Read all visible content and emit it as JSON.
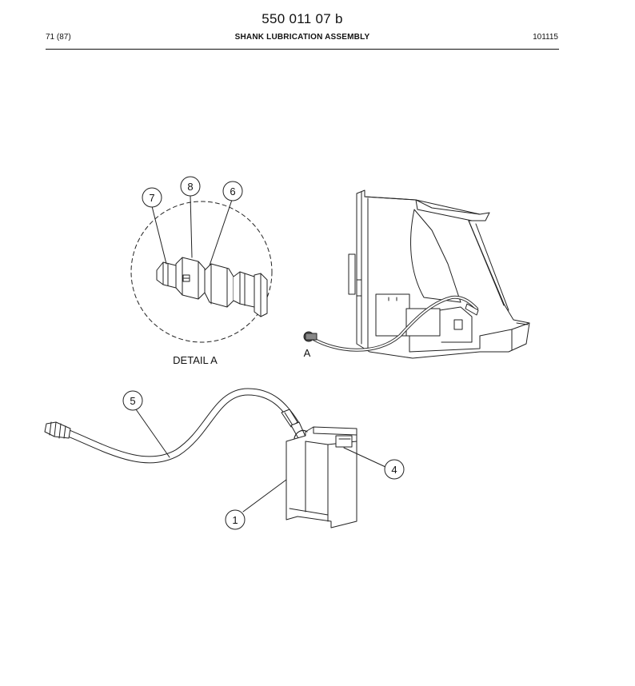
{
  "header": {
    "doc_number": "550 011 07 b",
    "page_ref": "71 (87)",
    "title": "SHANK LUBRICATION ASSEMBLY",
    "date_code": "101115"
  },
  "detail": {
    "label": "DETAIL  A",
    "ref_letter": "A"
  },
  "callouts": {
    "c1": "1",
    "c4": "4",
    "c5": "5",
    "c6": "6",
    "c7": "7",
    "c8": "8"
  }
}
